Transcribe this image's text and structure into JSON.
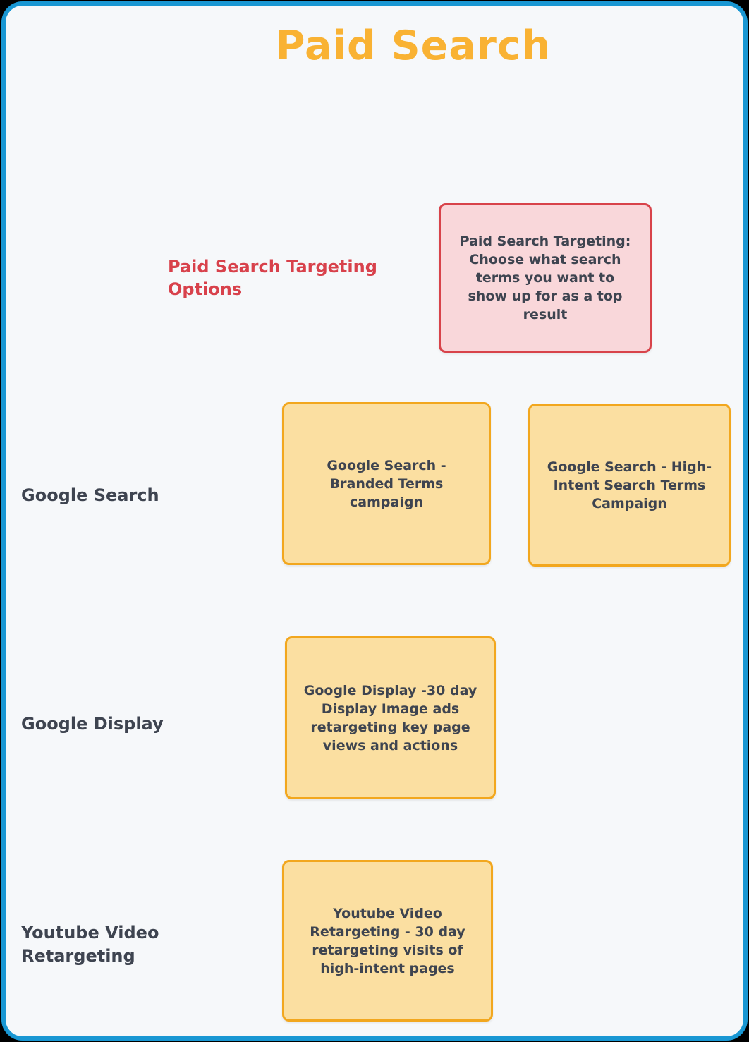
{
  "title": "Paid Search",
  "colors": {
    "canvas_border": "#1997D3",
    "canvas_background": "#F6F8FA",
    "title_orange": "#F9B233",
    "accent_red": "#D8414B",
    "pink_card_fill": "#F9D7DA",
    "pink_card_border": "#D8434A",
    "yellow_card_fill": "#FBDFA1",
    "yellow_card_border": "#F2A71E",
    "text_dark": "#3E4450"
  },
  "targeting": {
    "label": "Paid Search Targeting Options",
    "note": "Paid Search Targeting: Choose what search terms you want to show up for as a top result"
  },
  "rows": [
    {
      "label": "Google Search",
      "cards": [
        "Google Search - Branded Terms campaign",
        "Google Search - High-Intent Search Terms Campaign"
      ]
    },
    {
      "label": "Google Display",
      "cards": [
        "Google Display -30 day Display Image ads retargeting key page views and actions"
      ]
    },
    {
      "label": "Youtube Video Retargeting",
      "cards": [
        "Youtube Video Retargeting - 30 day retargeting visits of high-intent pages"
      ]
    }
  ]
}
